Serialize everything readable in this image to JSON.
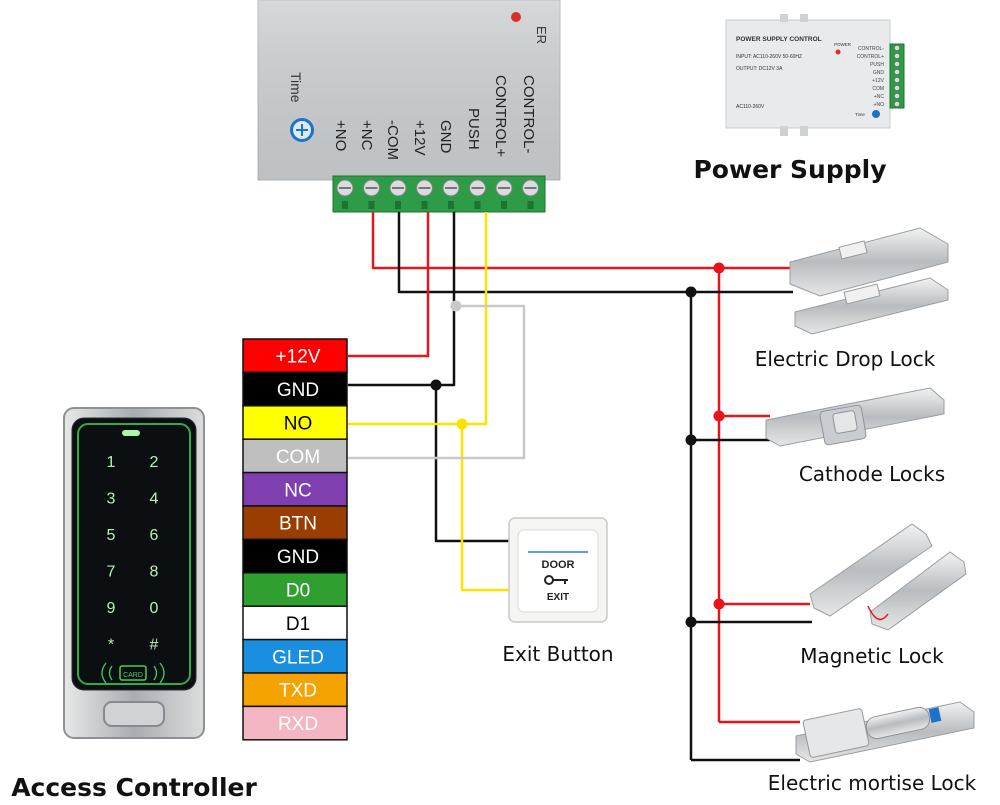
{
  "power_supply": {
    "terminals": [
      "+NO",
      "+NC",
      "-COM",
      "+12V",
      "GND",
      "PUSH",
      "CONTROL+",
      "CONTROL-"
    ],
    "time_label": "Time",
    "top_fragment": "ER",
    "caption": "Power Supply",
    "thumb_title": "POWER SUPPLY CONTROL",
    "thumb_input": "INPUT: AC110-260V 50-60HZ",
    "thumb_output": "OUTPUT: DC12V  3A",
    "thumb_power": "POWER",
    "thumb_ac": "AC110-260V",
    "thumb_time": "Time",
    "thumb_terms": [
      "CONTROL-",
      "CONTROL+",
      "PUSH",
      "GND",
      "+12V",
      "COM",
      "+NC",
      "+NO"
    ]
  },
  "wires": [
    {
      "label": "+12V",
      "bg": "#ff0000",
      "fg": "#ffffff"
    },
    {
      "label": "GND",
      "bg": "#000000",
      "fg": "#ffffff"
    },
    {
      "label": "NO",
      "bg": "#ffff00",
      "fg": "#000000"
    },
    {
      "label": "COM",
      "bg": "#bfbfbf",
      "fg": "#ffffff"
    },
    {
      "label": "NC",
      "bg": "#7f3fb0",
      "fg": "#ffffff"
    },
    {
      "label": "BTN",
      "bg": "#993d00",
      "fg": "#ffffff"
    },
    {
      "label": "GND",
      "bg": "#000000",
      "fg": "#ffffff"
    },
    {
      "label": "D0",
      "bg": "#2fa030",
      "fg": "#ffffff"
    },
    {
      "label": "D1",
      "bg": "#ffffff",
      "fg": "#000000"
    },
    {
      "label": "GLED",
      "bg": "#1a8fe0",
      "fg": "#ffffff"
    },
    {
      "label": "TXD",
      "bg": "#f5a300",
      "fg": "#ffffff"
    },
    {
      "label": "RXD",
      "bg": "#f4b6c2",
      "fg": "#ffffff"
    }
  ],
  "keypad": [
    "1",
    "2",
    "3",
    "4",
    "5",
    "6",
    "7",
    "8",
    "9",
    "0",
    "*",
    "#"
  ],
  "card_label": "CARD",
  "exit_button": {
    "top": "DOOR",
    "bottom": "EXIT",
    "caption": "Exit Button"
  },
  "locks": {
    "drop": "Electric Drop Lock",
    "cathode": "Cathode Locks",
    "magnetic": "Magnetic Lock",
    "mortise": "Electric mortise Lock"
  },
  "access_controller": "Access Controller",
  "colors": {
    "red": "#e8141c",
    "black": "#111111",
    "yellow": "#ffe100",
    "grey": "#c8c8c8",
    "terminal_green": "#2e9b46"
  }
}
